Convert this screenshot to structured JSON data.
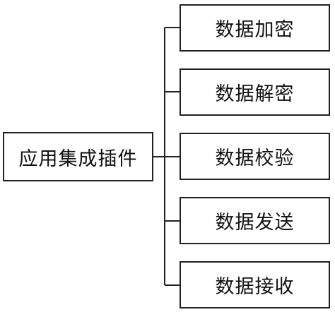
{
  "root": {
    "label": "应用集成插件"
  },
  "children": [
    {
      "label": "数据加密"
    },
    {
      "label": "数据解密"
    },
    {
      "label": "数据校验"
    },
    {
      "label": "数据发送"
    },
    {
      "label": "数据接收"
    }
  ],
  "colors": {
    "stroke": "#222222",
    "text": "#111111",
    "background": "#ffffff"
  }
}
